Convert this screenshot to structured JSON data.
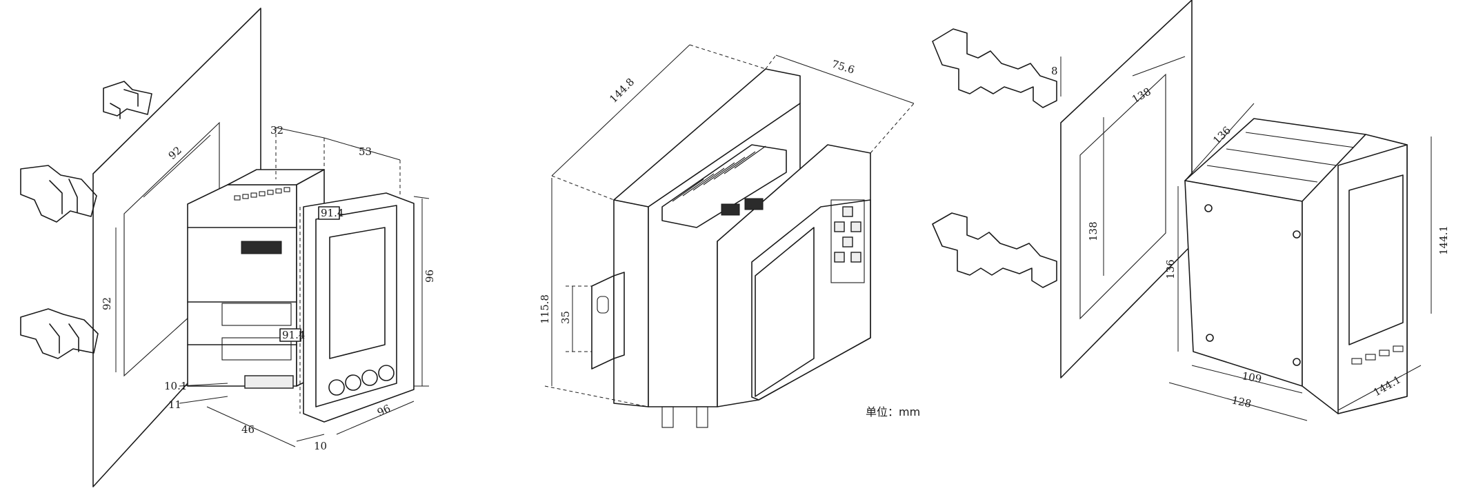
{
  "figure_a": {
    "dims": {
      "d_32": "32",
      "d_53": "53",
      "d_914_top": "91.4",
      "d_914_mid": "91.4",
      "d_96_h": "96",
      "d_96_w": "96",
      "d_92_w": "92",
      "d_92_h": "92",
      "d_101": "10.1",
      "d_11": "11",
      "d_46": "46",
      "d_10": "10"
    }
  },
  "figure_b": {
    "dims": {
      "d_1448": "144.8",
      "d_756": "75.6",
      "d_1158": "115.8",
      "d_35": "35"
    },
    "unit_label": "单位：mm"
  },
  "figure_c": {
    "dims": {
      "d_8": "8",
      "d_138_w": "138",
      "d_138_h": "138",
      "d_136_top": "136",
      "d_136_side": "136",
      "d_1441_h": "144.1",
      "d_1441_d": "144.1",
      "d_109": "109",
      "d_128": "128"
    }
  }
}
